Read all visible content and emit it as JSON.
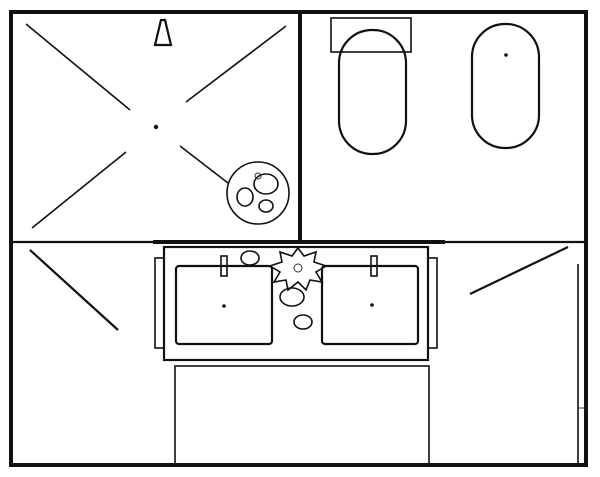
{
  "plan": {
    "rooms": [
      "shower",
      "bath-and-tub",
      "vanity-room"
    ],
    "fixtures": [
      "shower-head",
      "shower-drain",
      "plant-tray",
      "bathtub",
      "oval-tub",
      "double-vanity",
      "left-sink",
      "right-sink",
      "towel-bench"
    ],
    "colors": {
      "line": "#111111",
      "background": "#ffffff"
    }
  }
}
